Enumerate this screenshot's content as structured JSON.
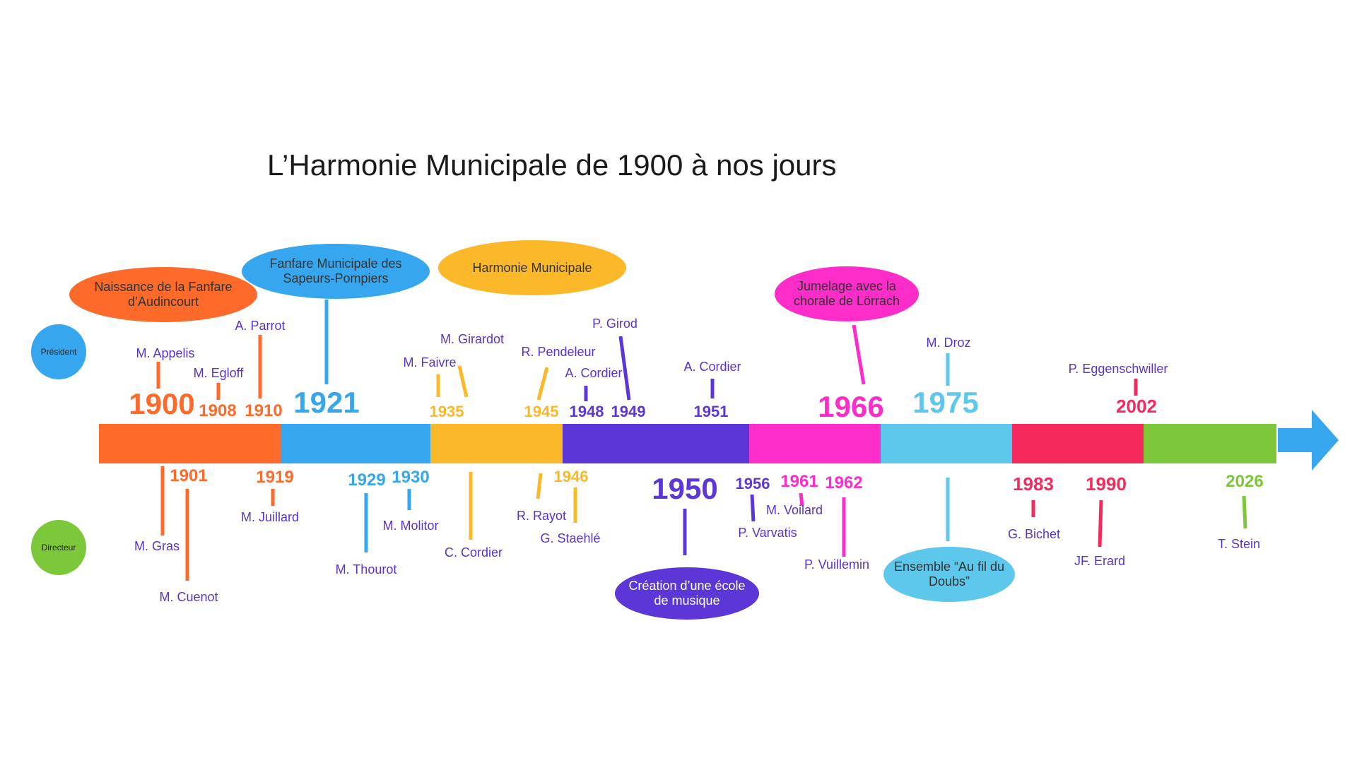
{
  "title": "L’Harmonie Municipale de 1900 à nos jours",
  "roles": {
    "president": "Président",
    "director": "Directeur"
  },
  "colors": {
    "orange": "#fd6a2a",
    "blue": "#36a6ee",
    "yellow": "#fbb829",
    "purple": "#5c36d6",
    "magenta": "#fc2dc8",
    "lightblue": "#5ec7ec",
    "red": "#f42a5c",
    "green": "#7cc83a",
    "president": "#36a6ee",
    "director": "#7cc83a"
  },
  "eras": [
    {
      "color": "orange",
      "bubble": "Naissance de la Fanfare d’Audincourt"
    },
    {
      "color": "blue",
      "bubble": "Fanfare Municipale des Sapeurs-Pompiers"
    },
    {
      "color": "yellow",
      "bubble": "Harmonie Municipale"
    },
    {
      "color": "purple",
      "bubble": "Création d’une école de musique"
    },
    {
      "color": "magenta",
      "bubble": "Jumelage avec la chorale de Lörrach"
    },
    {
      "color": "lightblue",
      "bubble": "Ensemble “Au fil du Doubs”"
    },
    {
      "color": "red",
      "bubble": ""
    },
    {
      "color": "green",
      "bubble": ""
    }
  ],
  "above": [
    {
      "year": "1900",
      "name": "M. Appelis"
    },
    {
      "year": "1908",
      "name": "M. Egloff"
    },
    {
      "year": "1910",
      "name": "A. Parrot"
    },
    {
      "year": "1921",
      "name": ""
    },
    {
      "year": "1935",
      "name": "M. Faivre"
    },
    {
      "year": "",
      "name": "M. Girardot"
    },
    {
      "year": "1945",
      "name": "R. Pendeleur"
    },
    {
      "year": "1948",
      "name": "A. Cordier"
    },
    {
      "year": "1949",
      "name": "P. Girod"
    },
    {
      "year": "1951",
      "name": "A. Cordier"
    },
    {
      "year": "1966",
      "name": ""
    },
    {
      "year": "1975",
      "name": "M. Droz"
    },
    {
      "year": "2002",
      "name": "P. Eggenschwiller"
    }
  ],
  "below": [
    {
      "year": "",
      "name": "M. Gras"
    },
    {
      "year": "1901",
      "name": "M. Cuenot"
    },
    {
      "year": "1919",
      "name": "M. Juillard"
    },
    {
      "year": "1929",
      "name": "M. Thourot"
    },
    {
      "year": "1930",
      "name": "M. Molitor"
    },
    {
      "year": "",
      "name": "C. Cordier"
    },
    {
      "year": "",
      "name": "R. Rayot"
    },
    {
      "year": "1946",
      "name": "G. Staehlé"
    },
    {
      "year": "1950",
      "name": ""
    },
    {
      "year": "1956",
      "name": "P. Varvatis"
    },
    {
      "year": "1961",
      "name": "M. Voilard"
    },
    {
      "year": "1962",
      "name": "P. Vuillemin"
    },
    {
      "year": "",
      "name": ""
    },
    {
      "year": "1983",
      "name": "G. Bichet"
    },
    {
      "year": "1990",
      "name": "JF. Erard"
    },
    {
      "year": "2026",
      "name": "T. Stein"
    }
  ]
}
